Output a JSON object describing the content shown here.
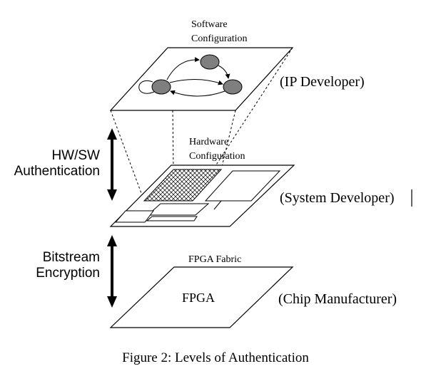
{
  "layers": {
    "software": {
      "title_line1": "Software",
      "title_line2": "Configuration",
      "role": "(IP Developer)"
    },
    "hardware": {
      "title_line1": "Hardware",
      "title_line2": "Configuration",
      "role": "(System Developer)"
    },
    "fpga": {
      "title": "FPGA Fabric",
      "center_label": "FPGA",
      "role": "(Chip Manufacturer)"
    }
  },
  "arrows": {
    "top_label_line1": "HW/SW",
    "top_label_line2": "Authentication",
    "bottom_label_line1": "Bitstream",
    "bottom_label_line2": "Encryption"
  },
  "caption": "Figure 2: Levels of Authentication"
}
